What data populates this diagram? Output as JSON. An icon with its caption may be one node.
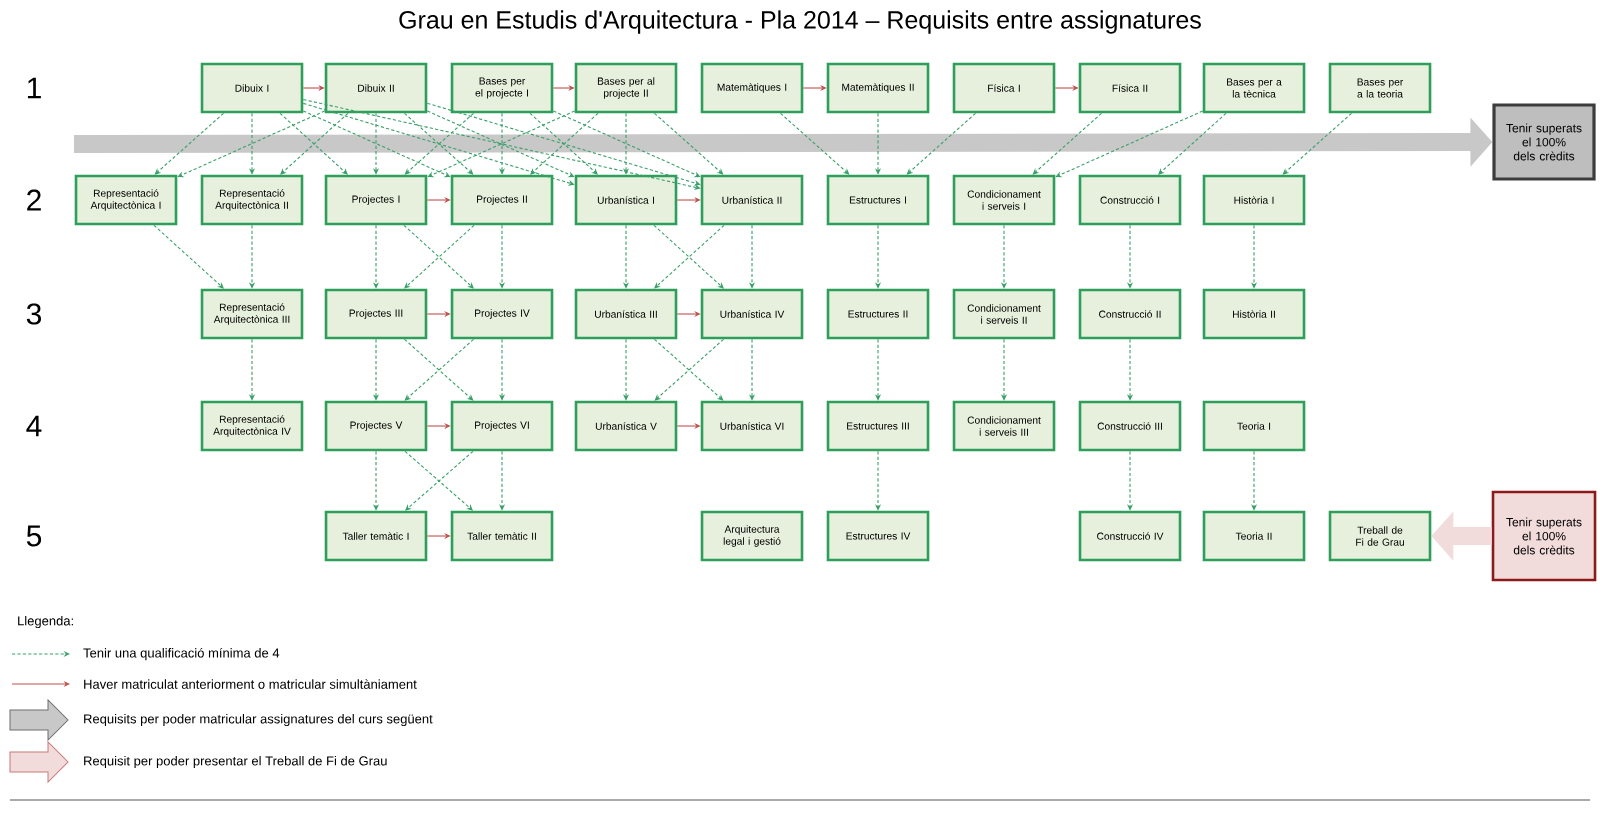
{
  "diagram": {
    "title": "Grau en Estudis d'Arquitectura - Pla 2014 – Requisits entre assignatures",
    "nodes": [
      {
        "text": [
          "Dibuix I"
        ]
      },
      {
        "text": [
          "Dibuix II"
        ]
      },
      {
        "text": [
          "Bases per el projecte I"
        ]
      },
      {
        "text": [
          "Bases per al projecte II"
        ]
      },
      {
        "text": [
          "Matemàtiques I"
        ]
      },
      {
        "text": [
          "Matemàtiques II"
        ]
      },
      {
        "text": [
          "Física I"
        ]
      },
      {
        "text": [
          "Física II"
        ]
      },
      {
        "text": [
          "Bases per a la tècnica"
        ]
      },
      {
        "text": [
          "Bases per a la teoria"
        ]
      },
      {
        "text": [
          "Tenir superats el 100% dels crèdits"
        ]
      },
      {
        "text": [
          "Representació Arquitectònica I"
        ]
      },
      {
        "text": [
          "Representació Arquitectònica II"
        ]
      },
      {
        "text": [
          "Projectes I"
        ]
      },
      {
        "text": [
          "Projectes II"
        ]
      },
      {
        "text": [
          "Urbanística I"
        ]
      },
      {
        "text": [
          "Urbanística II"
        ]
      },
      {
        "text": [
          "Estructures I"
        ]
      },
      {
        "text": [
          "Condicionament i serveis I"
        ]
      },
      {
        "text": [
          "Construcció I"
        ]
      },
      {
        "text": [
          "Història I"
        ]
      },
      {
        "text": [
          "Representació Arquitectònica III"
        ]
      },
      {
        "text": [
          "Projectes III"
        ]
      },
      {
        "text": [
          "Projectes IV"
        ]
      },
      {
        "text": [
          "Urbanística III"
        ]
      },
      {
        "text": [
          "Urbanística IV"
        ]
      },
      {
        "text": [
          "Estructures II"
        ]
      },
      {
        "text": [
          "Condicionament i serveis II"
        ]
      },
      {
        "text": [
          "Construcció II"
        ]
      },
      {
        "text": [
          "Història II"
        ]
      },
      {
        "text": [
          "Representació Arquitectònica IV"
        ]
      },
      {
        "text": [
          "Projectes V"
        ]
      },
      {
        "text": [
          "Projectes VI"
        ]
      },
      {
        "text": [
          "Urbanística V"
        ]
      },
      {
        "text": [
          "Urbanística VI"
        ]
      },
      {
        "text": [
          "Estructures III"
        ]
      },
      {
        "text": [
          "Condicionament i serveis III"
        ]
      },
      {
        "text": [
          "Construcció III"
        ]
      },
      {
        "text": [
          "Teoria I"
        ]
      },
      {
        "text": [
          "Taller temàtic I"
        ]
      },
      {
        "text": [
          "Taller temàtic II"
        ]
      },
      {
        "text": [
          "Arquitectura legal i gestió"
        ]
      },
      {
        "text": [
          "Estructures IV"
        ]
      },
      {
        "text": [
          "Construcció IV"
        ]
      },
      {
        "text": [
          "Teoria II"
        ]
      },
      {
        "text": [
          "Treball de Fi de Grau"
        ]
      },
      {
        "text": [
          "Tenir superats el 100% dels crèdits"
        ]
      }
    ],
    "edges": [
      {
        "from": null,
        "to": 10,
        "arrow": "to",
        "style": "thick",
        "color": "#c8c8c8"
      },
      {
        "from": 46,
        "to": 45,
        "arrow": "to",
        "style": "thick",
        "color": "#f2dcdb"
      },
      {
        "from": 0,
        "to": 1,
        "arrow": "to",
        "color": "#c0504d"
      },
      {
        "from": 2,
        "to": 3,
        "arrow": "to",
        "color": "#c0504d"
      },
      {
        "from": 4,
        "to": 5,
        "arrow": "to",
        "color": "#c0504d"
      },
      {
        "from": 6,
        "to": 7,
        "arrow": "to",
        "color": "#c0504d"
      },
      {
        "from": 13,
        "to": 14,
        "arrow": "to",
        "color": "#c0504d"
      },
      {
        "from": 15,
        "to": 16,
        "arrow": "to",
        "color": "#c0504d"
      },
      {
        "from": 22,
        "to": 23,
        "arrow": "to",
        "color": "#c0504d"
      },
      {
        "from": 24,
        "to": 25,
        "arrow": "to",
        "color": "#c0504d"
      },
      {
        "from": 31,
        "to": 32,
        "arrow": "to",
        "color": "#c0504d"
      },
      {
        "from": 33,
        "to": 34,
        "arrow": "to",
        "color": "#c0504d"
      },
      {
        "from": 39,
        "to": 40,
        "arrow": "to",
        "color": "#c0504d"
      },
      {
        "from": 0,
        "to": 11,
        "arrow": "to",
        "style": "dashed"
      },
      {
        "from": 0,
        "to": 12,
        "arrow": "to",
        "style": "dashed"
      },
      {
        "from": 0,
        "to": 13,
        "arrow": "to",
        "style": "dashed"
      },
      {
        "from": 0,
        "to": 14,
        "arrow": "to",
        "style": "dashed"
      },
      {
        "from": 0,
        "to": 15,
        "arrow": "to",
        "style": "dashed"
      },
      {
        "from": 0,
        "to": 16,
        "arrow": "to",
        "style": "dashed"
      },
      {
        "from": 1,
        "to": 11,
        "arrow": "to",
        "style": "dashed"
      },
      {
        "from": 1,
        "to": 12,
        "arrow": "to",
        "style": "dashed"
      },
      {
        "from": 1,
        "to": 13,
        "arrow": "to",
        "style": "dashed"
      },
      {
        "from": 1,
        "to": 14,
        "arrow": "to",
        "style": "dashed"
      },
      {
        "from": 1,
        "to": 15,
        "arrow": "to",
        "style": "dashed"
      },
      {
        "from": 1,
        "to": 16,
        "arrow": "to",
        "style": "dashed"
      },
      {
        "from": 2,
        "to": 13,
        "arrow": "to",
        "style": "dashed"
      },
      {
        "from": 2,
        "to": 14,
        "arrow": "to",
        "style": "dashed"
      },
      {
        "from": 2,
        "to": 15,
        "arrow": "to",
        "style": "dashed"
      },
      {
        "from": 2,
        "to": 16,
        "arrow": "to",
        "style": "dashed"
      },
      {
        "from": 3,
        "to": 13,
        "arrow": "to",
        "style": "dashed"
      },
      {
        "from": 3,
        "to": 14,
        "arrow": "to",
        "style": "dashed"
      },
      {
        "from": 3,
        "to": 15,
        "arrow": "to",
        "style": "dashed"
      },
      {
        "from": 3,
        "to": 16,
        "arrow": "to",
        "style": "dashed"
      },
      {
        "from": 4,
        "to": 17,
        "arrow": "to",
        "style": "dashed"
      },
      {
        "from": 5,
        "to": 17,
        "arrow": "to",
        "style": "dashed"
      },
      {
        "from": 6,
        "to": 17,
        "arrow": "to",
        "style": "dashed"
      },
      {
        "from": 7,
        "to": 18,
        "arrow": "to",
        "style": "dashed"
      },
      {
        "from": 8,
        "to": 18,
        "arrow": "to",
        "style": "dashed"
      },
      {
        "from": 8,
        "to": 19,
        "arrow": "to",
        "style": "dashed"
      },
      {
        "from": 9,
        "to": 20,
        "arrow": "to",
        "style": "dashed"
      },
      {
        "from": 11,
        "to": 21,
        "arrow": "to",
        "style": "dashed"
      },
      {
        "from": 12,
        "to": 21,
        "arrow": "to",
        "style": "dashed"
      },
      {
        "from": 13,
        "to": 22,
        "arrow": "to",
        "style": "dashed"
      },
      {
        "from": 13,
        "to": 23,
        "arrow": "to",
        "style": "dashed"
      },
      {
        "from": 14,
        "to": 22,
        "arrow": "to",
        "style": "dashed"
      },
      {
        "from": 14,
        "to": 23,
        "arrow": "to",
        "style": "dashed"
      },
      {
        "from": 15,
        "to": 24,
        "arrow": "to",
        "style": "dashed"
      },
      {
        "from": 15,
        "to": 25,
        "arrow": "to",
        "style": "dashed"
      },
      {
        "from": 16,
        "to": 24,
        "arrow": "to",
        "style": "dashed"
      },
      {
        "from": 16,
        "to": 25,
        "arrow": "to",
        "style": "dashed"
      },
      {
        "from": 17,
        "to": 26,
        "arrow": "to",
        "style": "dashed"
      },
      {
        "from": 18,
        "to": 27,
        "arrow": "to",
        "style": "dashed"
      },
      {
        "from": 19,
        "to": 28,
        "arrow": "to",
        "style": "dashed"
      },
      {
        "from": 20,
        "to": 29,
        "arrow": "to",
        "style": "dashed"
      },
      {
        "from": 21,
        "to": 30,
        "arrow": "to",
        "style": "dashed"
      },
      {
        "from": 22,
        "to": 31,
        "arrow": "to",
        "style": "dashed"
      },
      {
        "from": 22,
        "to": 32,
        "arrow": "to",
        "style": "dashed"
      },
      {
        "from": 23,
        "to": 31,
        "arrow": "to",
        "style": "dashed"
      },
      {
        "from": 23,
        "to": 32,
        "arrow": "to",
        "style": "dashed"
      },
      {
        "from": 24,
        "to": 33,
        "arrow": "to",
        "style": "dashed"
      },
      {
        "from": 24,
        "to": 34,
        "arrow": "to",
        "style": "dashed"
      },
      {
        "from": 25,
        "to": 33,
        "arrow": "to",
        "style": "dashed"
      },
      {
        "from": 25,
        "to": 34,
        "arrow": "to",
        "style": "dashed"
      },
      {
        "from": 26,
        "to": 35,
        "arrow": "to",
        "style": "dashed"
      },
      {
        "from": 27,
        "to": 36,
        "arrow": "to",
        "style": "dashed"
      },
      {
        "from": 28,
        "to": 37,
        "arrow": "to",
        "style": "dashed"
      },
      {
        "from": 31,
        "to": 39,
        "arrow": "to",
        "style": "dashed"
      },
      {
        "from": 31,
        "to": 40,
        "arrow": "to",
        "style": "dashed"
      },
      {
        "from": 32,
        "to": 39,
        "arrow": "to",
        "style": "dashed"
      },
      {
        "from": 32,
        "to": 40,
        "arrow": "to",
        "style": "dashed"
      },
      {
        "from": 35,
        "to": 42,
        "arrow": "to",
        "style": "dashed"
      },
      {
        "from": 37,
        "to": 43,
        "arrow": "to",
        "style": "dashed"
      },
      {
        "from": 38,
        "to": 44,
        "arrow": "to",
        "style": "dashed"
      }
    ],
    "labels": [
      "1",
      "2",
      "3",
      "4",
      "5",
      "Llegenda:"
    ],
    "legend": [
      {
        "text": "Tenir una qualificació mínima de 4"
      },
      {
        "text": "Haver matriculat anteriorment o matricular simultàniament"
      },
      {
        "text": "Requisits per poder matricular assignatures del curs següent"
      },
      {
        "text": "Requisit per poder presentar el Treball de Fi de Grau"
      }
    ]
  }
}
